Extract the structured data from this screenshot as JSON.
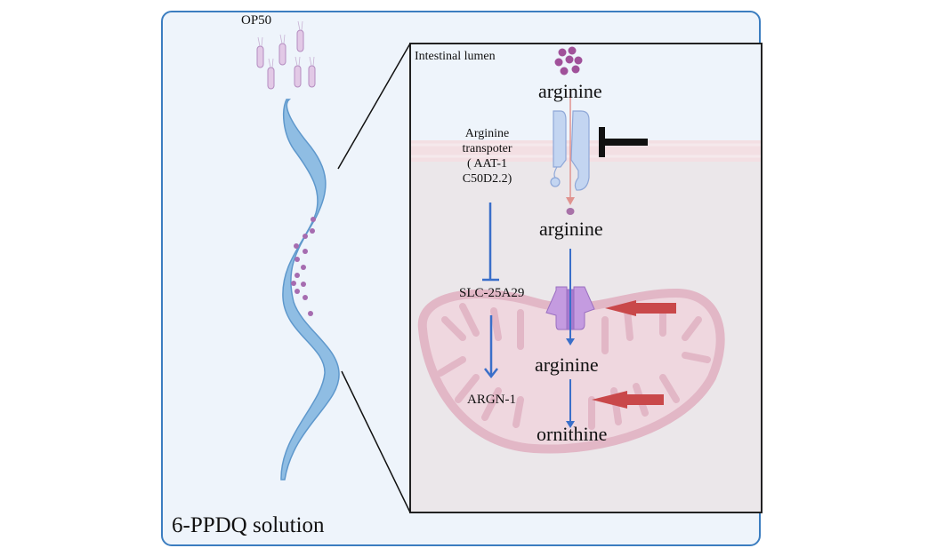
{
  "figure": {
    "background_label": "6-PPDQ solution",
    "bacteria_label": "OP50",
    "zoom_region_label": "Intestinal lumen",
    "metabolites": {
      "lumen": "arginine",
      "cytosol": "arginine",
      "mitochondria": "arginine",
      "product": "ornithine"
    },
    "transporter_label_lines": [
      "Arginine",
      "transpoter",
      "( AAT-1",
      "C50D2.2)"
    ],
    "mito_transporter_label": "SLC-25A29",
    "enzyme_label": "ARGN-1",
    "colors": {
      "panel_border": "#3b7dc0",
      "panel_bg": "#eef4fb",
      "worm": "#7fb2dc",
      "arginine_dots": "#a0519a",
      "inhibition": "#111111",
      "blue_arrow": "#3a6fc9",
      "red_arrow": "#c9484a",
      "mitochondrion": "#e8bfcc",
      "transporter": "#b7cdef",
      "mito_channel": "#c49be0"
    }
  }
}
